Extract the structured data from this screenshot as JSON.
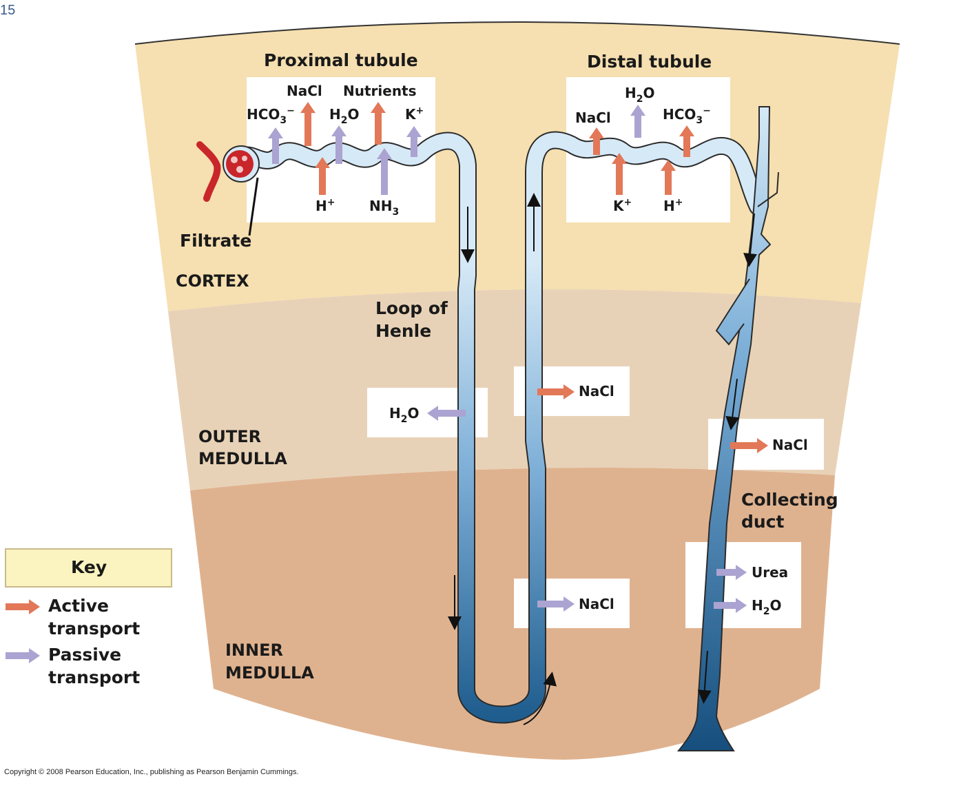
{
  "page_number": "15",
  "copyright": "Copyright © 2008 Pearson Education, Inc., publishing as Pearson Benjamin Cummings.",
  "colors": {
    "cortex": "#f6dfb0",
    "outer_medulla": "#e8d2b7",
    "inner_medulla": "#dfb28f",
    "active": "#e27858",
    "passive": "#aba3d1",
    "tubule_light": "#d6e9f6",
    "tubule_dark": "#1e5b8c",
    "glomerulus": "#c8262b",
    "key_box": "#fbf4c0"
  },
  "titles": {
    "proximal": "Proximal tubule",
    "distal": "Distal tubule",
    "loop_line1": "Loop of",
    "loop_line2": "Henle",
    "collecting_line1": "Collecting",
    "collecting_line2": "duct",
    "filtrate": "Filtrate"
  },
  "zones": {
    "cortex": "CORTEX",
    "outer_line1": "OUTER",
    "outer_line2": "MEDULLA",
    "inner_line1": "INNER",
    "inner_line2": "MEDULLA"
  },
  "proximal_labels": {
    "hco3_base": "HCO",
    "hco3_sub": "3",
    "hco3_sup": "−",
    "nacl": "NaCl",
    "h2o_a": "H",
    "h2o_sub": "2",
    "h2o_b": "O",
    "nutrients": "Nutrients",
    "k_base": "K",
    "k_sup": "+",
    "h_base": "H",
    "h_sup": "+",
    "nh3_base": "NH",
    "nh3_sub": "3"
  },
  "distal_labels": {
    "h2o_a": "H",
    "h2o_sub": "2",
    "h2o_b": "O",
    "nacl": "NaCl",
    "hco3_base": "HCO",
    "hco3_sub": "3",
    "hco3_sup": "−",
    "k_base": "K",
    "k_sup": "+",
    "h_base": "H",
    "h_sup": "+"
  },
  "medulla_labels": {
    "descending_h2o_a": "H",
    "descending_h2o_sub": "2",
    "descending_h2o_b": "O",
    "thick_ascending_nacl": "NaCl",
    "collecting_outer_nacl": "NaCl",
    "thin_ascending_nacl": "NaCl",
    "collecting_urea": "Urea",
    "collecting_h2o_a": "H",
    "collecting_h2o_sub": "2",
    "collecting_h2o_b": "O"
  },
  "key": {
    "title": "Key",
    "active_line1": "Active",
    "active_line2": "transport",
    "passive_line1": "Passive",
    "passive_line2": "transport"
  }
}
